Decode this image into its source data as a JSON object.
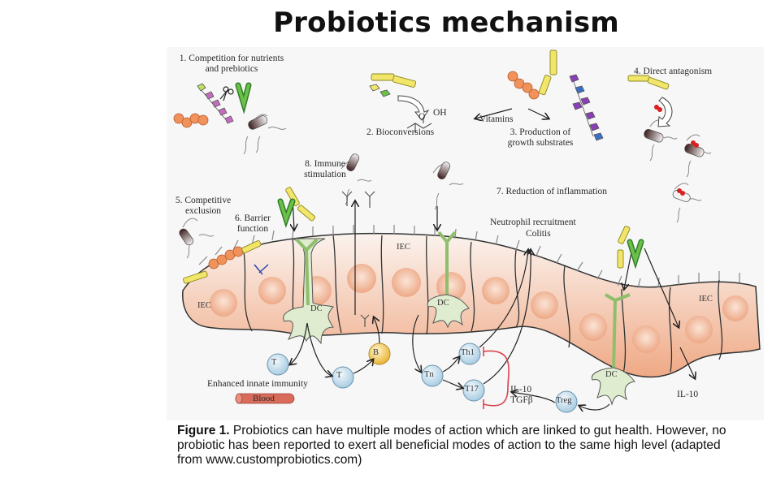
{
  "title": "Probiotics mechanism",
  "figure": {
    "labels": {
      "m1_line1": "1. Competition for nutrients",
      "m1_line2": "and prebiotics",
      "m2": "2. Bioconversions",
      "m2_chem_o": "O",
      "m2_chem_oh": "OH",
      "m3_vitamins": "Vitamins",
      "m3_line1": "3. Production of",
      "m3_line2": "growth substrates",
      "m4": "4. Direct antagonism",
      "m5_line1": "5. Competitive",
      "m5_line2": "exclusion",
      "m6_line1": "6. Barrier",
      "m6_line2": "function",
      "m7": "7. Reduction of inflammation",
      "m8_line1": "8. Immune",
      "m8_line2": "stimulation",
      "neutrophil": "Neutrophil recruitment",
      "colitis": "Colitis",
      "enhanced": "Enhanced innate immunity",
      "blood": "Blood",
      "il10_tgf_1": "IL-10",
      "il10_tgf_2": "TGFβ",
      "il10_right": "IL-10"
    },
    "cells": {
      "iec_left": "IEC",
      "iec_mid": "IEC",
      "iec_right": "IEC",
      "dc1": "DC",
      "dc2": "DC",
      "dc3": "DC",
      "t1": "T",
      "t2": "T",
      "b": "B",
      "tn": "Tn",
      "th1": "Th1",
      "t17": "T17",
      "treg": "Treg"
    },
    "colors": {
      "epithelium": "#f1b793",
      "dendritic": "#8fbf6c",
      "lactobacillus": "#f1e66a",
      "streptococcus": "#f0925a",
      "bifido": "#4aaa3a",
      "oligosaccharide": "#c46bc0",
      "inhibition": "#d9434d",
      "lymphocyte": "#cde3f0",
      "bcell": "#f3cc55"
    }
  },
  "caption": {
    "bold": "Figure 1.",
    "text": " Probiotics can have multiple modes of action which are linked to gut health. However, no probiotic has been reported to exert all beneficial modes of action to the same high level (adapted from www.customprobiotics.com)"
  }
}
